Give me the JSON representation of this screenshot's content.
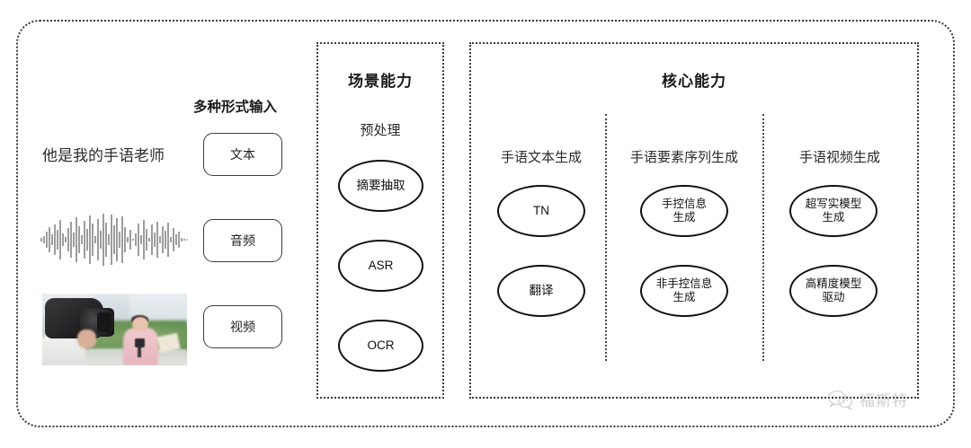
{
  "diagram": {
    "title_hidden": "",
    "input_section": {
      "heading": "多种形式输入",
      "sample_sentence": "他是我的手语老师",
      "modalities": [
        {
          "label": "文本",
          "media": "text"
        },
        {
          "label": "音频",
          "media": "waveform-image"
        },
        {
          "label": "视频",
          "media": "video-thumbnail-image"
        }
      ]
    },
    "scene_panel": {
      "title": "场景能力",
      "groups": [
        {
          "label": "预处理",
          "nodes": [
            "摘要抽取",
            "ASR",
            "OCR"
          ]
        }
      ]
    },
    "core_panel": {
      "title": "核心能力",
      "groups": [
        {
          "label": "手语文本生成",
          "nodes": [
            "TN",
            "翻译"
          ]
        },
        {
          "label": "手语要素序列生成",
          "nodes": [
            "手控信息\n生成",
            "非手控信息\n生成"
          ]
        },
        {
          "label": "手语视频生成",
          "nodes": [
            "超写实模型\n生成",
            "高精度模型\n驱动"
          ]
        }
      ]
    },
    "watermark": {
      "text": "福斯特",
      "icon": "wechat-icon"
    },
    "colors": {
      "background": "#ffffff",
      "border": "#3a3a3a",
      "node_stroke": "#111111",
      "text": "#1c1c1c",
      "watermark": "#8e8e8e"
    }
  }
}
